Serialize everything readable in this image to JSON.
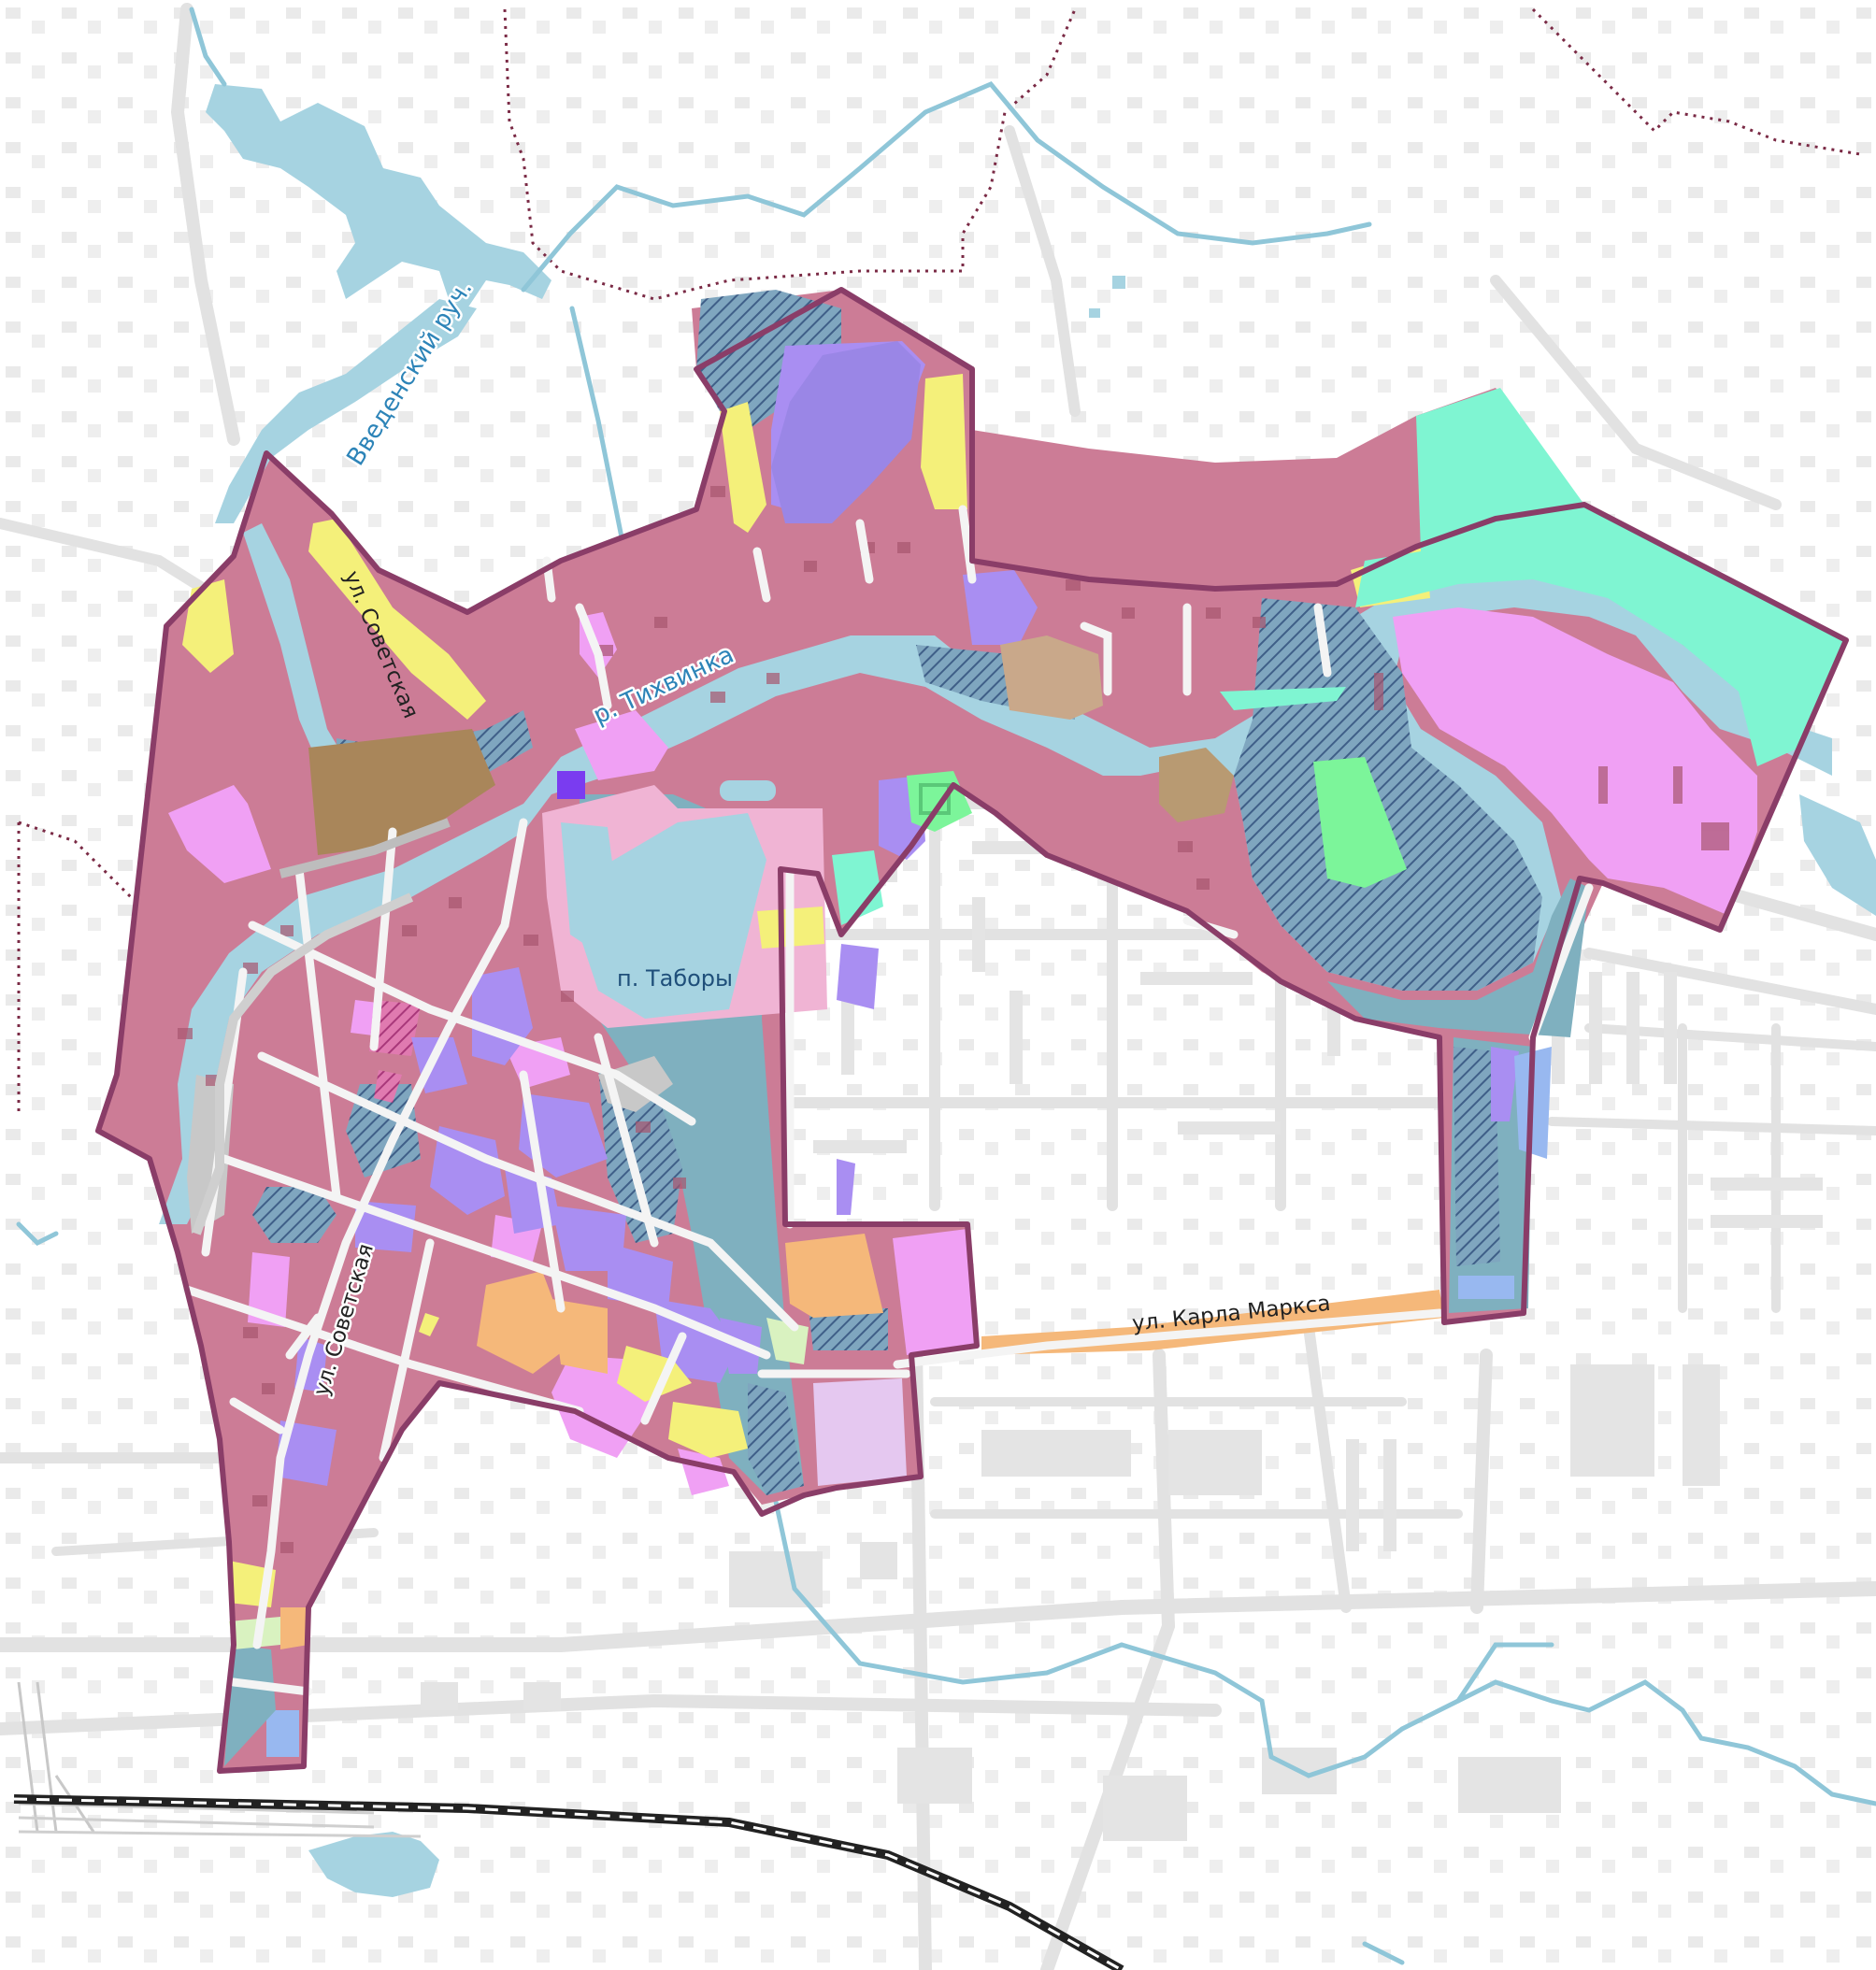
{
  "map": {
    "labels": {
      "river_tikhvinka": "р. Тихвинка",
      "stream_vvedensky": "Введенский руч.",
      "street_sovetskaya_north": "ул. Советская",
      "street_sovetskaya_south": "ул. Советская",
      "street_karla_marksa": "ул. Карла Маркса",
      "park_tabory": "п. Таборы"
    },
    "colors": {
      "background": "#ffffff",
      "building_grey": "#e6e6e6",
      "road_grey": "#e4e4e4",
      "water": "#a6d3e1",
      "water_line": "#8fc6d8",
      "boundary": "#8a3d68",
      "residential_low": "#cc7c96",
      "residential_mid": "#f4f07a",
      "public_purple": "#a98ef2",
      "public_violet": "#9a86e6",
      "commercial_pink": "#f0a0f4",
      "recreation_teal": "#7ff5d2",
      "park_pink": "#f0b4d4",
      "sport_green": "#7cf59a",
      "industrial_brown": "#a9865a",
      "orange": "#f5b87a",
      "floodplain": "#7fb0bf",
      "protection_hatch": "#3f5f88",
      "district_border_dotted": "#7a2a45",
      "railway": "#222222"
    }
  }
}
